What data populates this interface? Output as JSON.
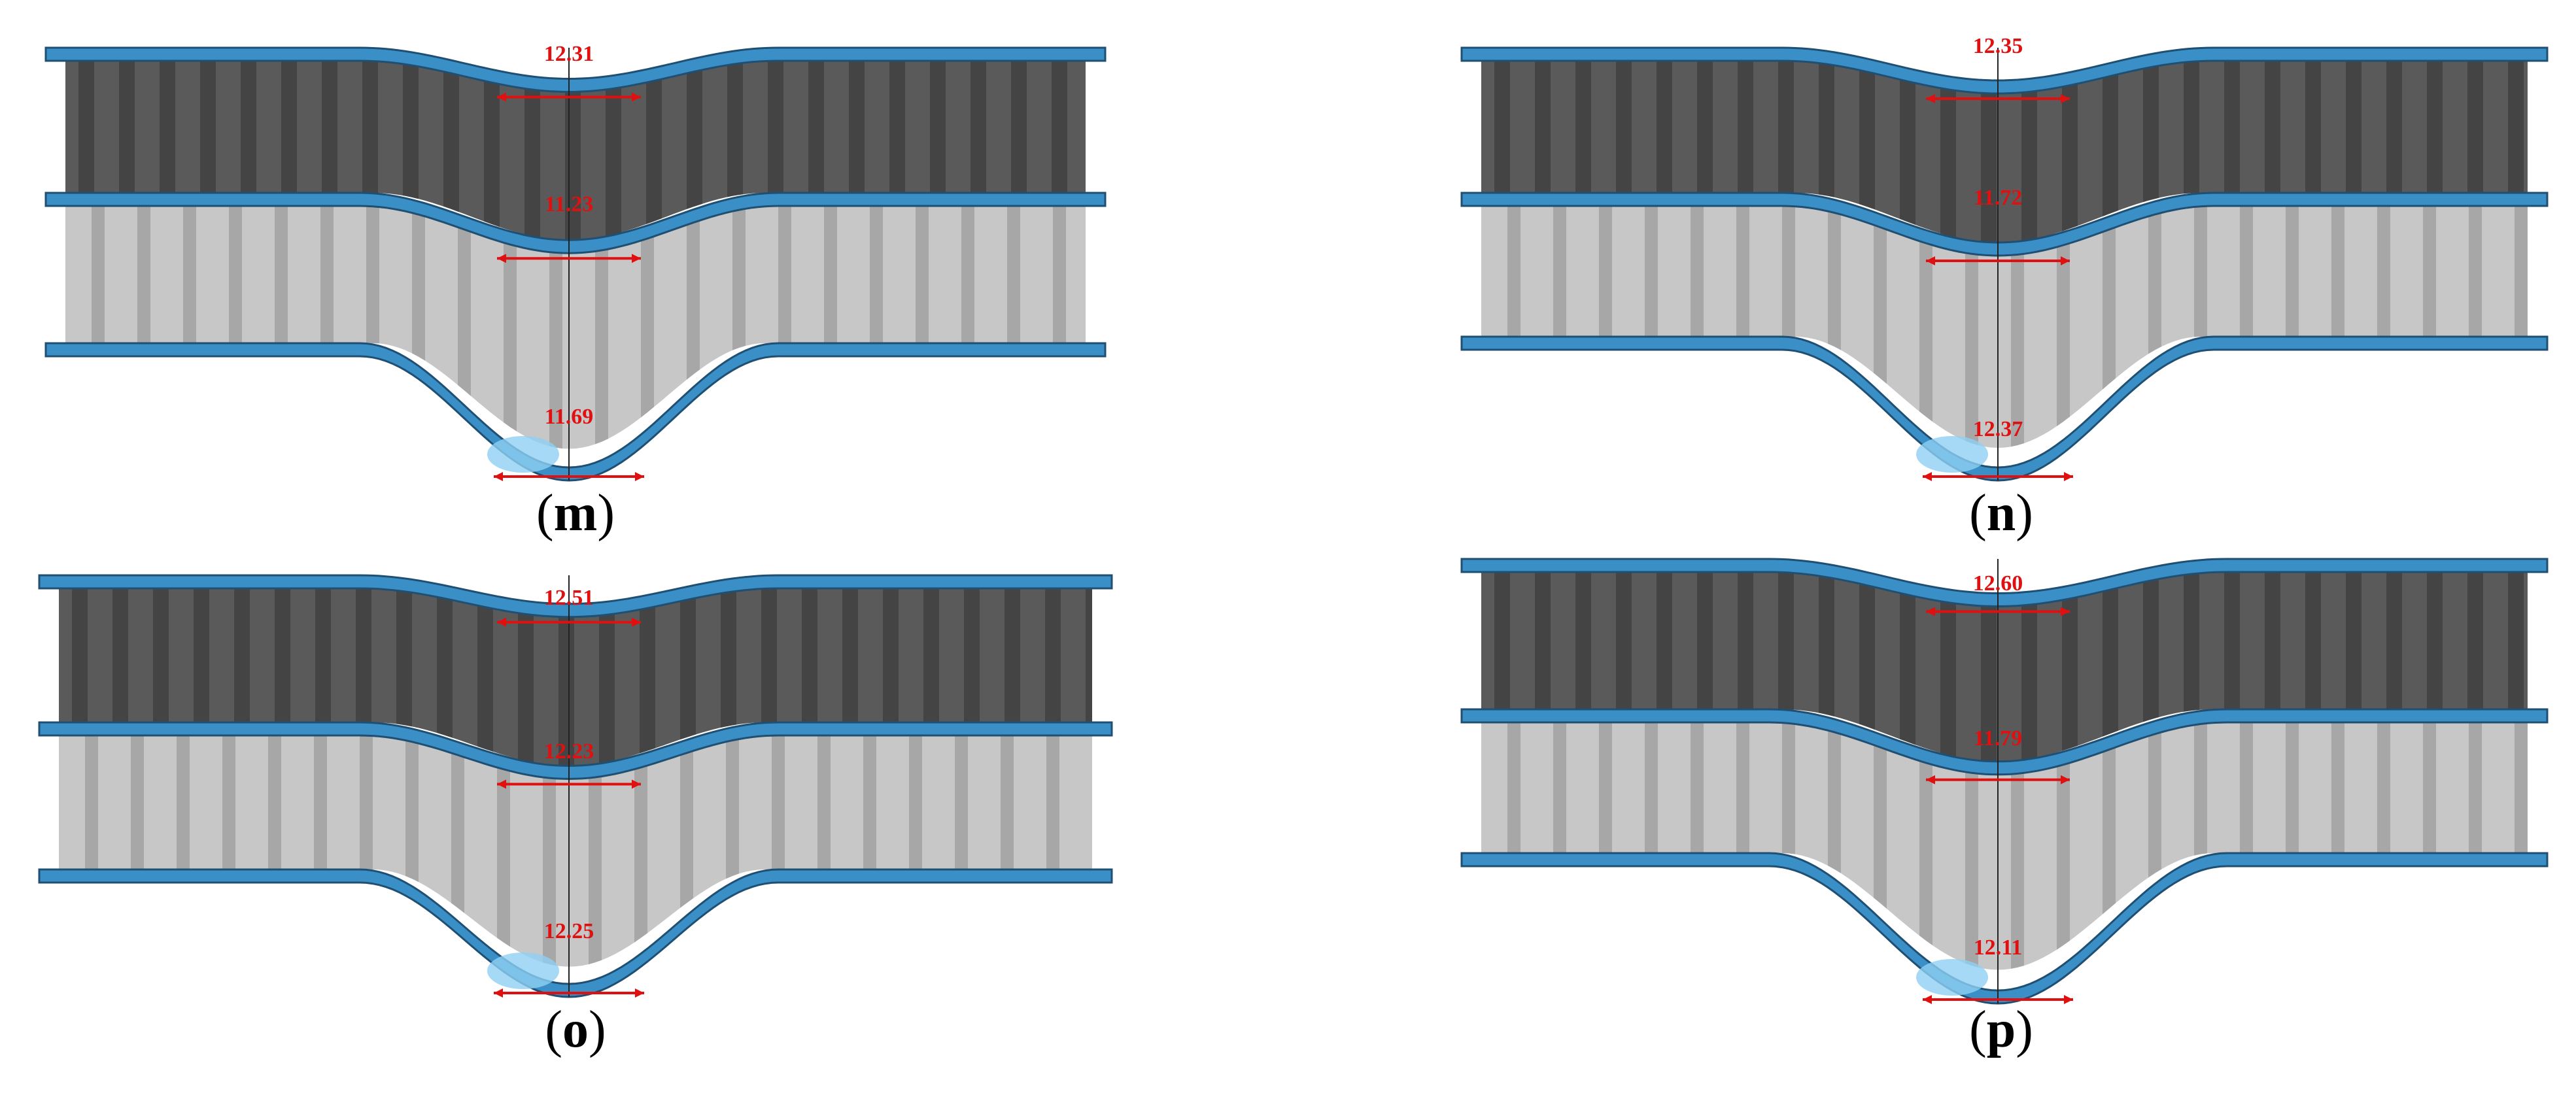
{
  "colors": {
    "skin": "#3a8fc6",
    "skin_edge": "#1f4f72",
    "skin_highlight": "#8fd0f2",
    "core_upper": "#5a5a5a",
    "core_upper_dark": "#3b3b3b",
    "core_lower": "#c7c7c7",
    "core_lower_dark": "#8d8d8d",
    "measure": "#e01010"
  },
  "panels": [
    {
      "id": "m",
      "label": "m",
      "measurements": {
        "top": "12.31",
        "middle": "11.23",
        "bottom": "11.69"
      }
    },
    {
      "id": "n",
      "label": "n",
      "measurements": {
        "top": "12.35",
        "middle": "11.72",
        "bottom": "12.37"
      }
    },
    {
      "id": "o",
      "label": "o",
      "measurements": {
        "top": "12.51",
        "middle": "12.23",
        "bottom": "12.25"
      }
    },
    {
      "id": "p",
      "label": "p",
      "measurements": {
        "top": "12.60",
        "middle": "11.79",
        "bottom": "12.11"
      }
    }
  ]
}
